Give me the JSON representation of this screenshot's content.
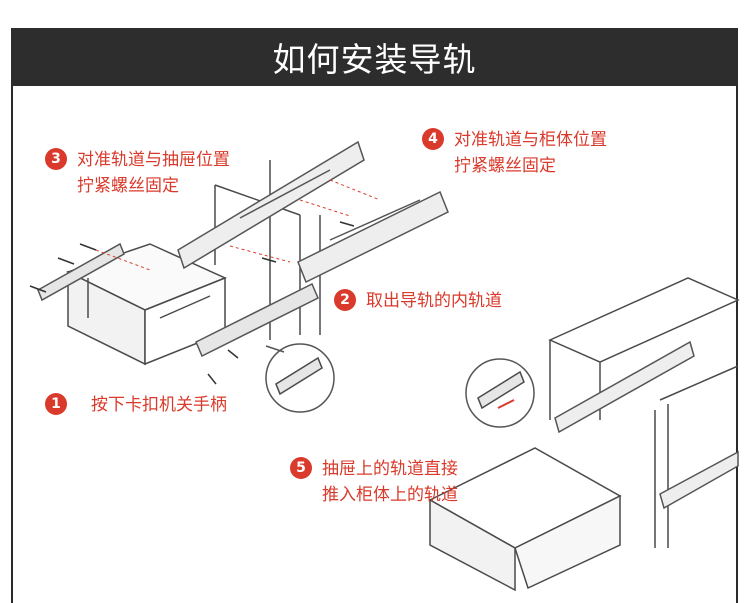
{
  "title": "如何安装导轨",
  "colors": {
    "title_bg": "#2d2d2d",
    "accent": "#d93a2b",
    "line": "#4a4a4a"
  },
  "steps": [
    {
      "number": "1",
      "lines": [
        "按下卡扣机关手柄"
      ]
    },
    {
      "number": "2",
      "lines": [
        "取出导轨的内轨道"
      ]
    },
    {
      "number": "3",
      "lines": [
        "对准轨道与抽屉位置",
        "拧紧螺丝固定"
      ]
    },
    {
      "number": "4",
      "lines": [
        "对准轨道与柜体位置",
        "拧紧螺丝固定"
      ]
    },
    {
      "number": "5",
      "lines": [
        "抽屉上的轨道直接",
        "推入柜体上的轨道"
      ]
    }
  ],
  "illustration_icons": [
    "drawer-icon",
    "cabinet-icon",
    "rail-icon",
    "screw-icon",
    "arrow-icon"
  ]
}
